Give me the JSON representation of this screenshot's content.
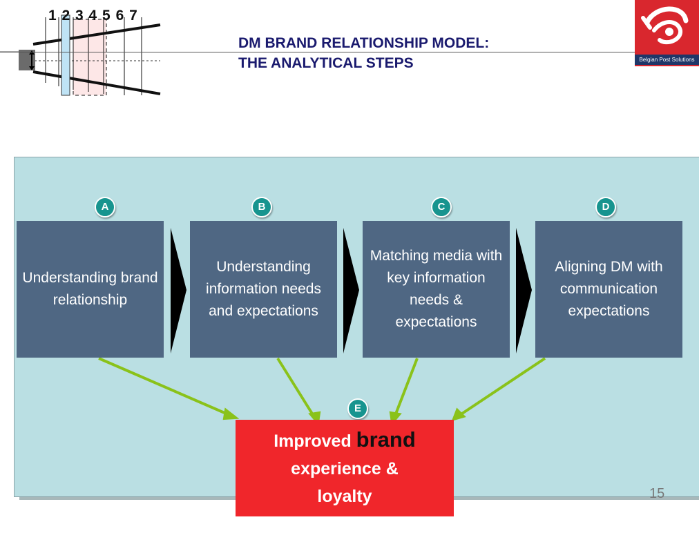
{
  "header": {
    "title_line1": "DM BRAND RELATIONSHIP MODEL:",
    "title_line2": "THE  ANALYTICAL STEPS",
    "logo_text": "Belgian Post Solutions"
  },
  "mini_diagram": {
    "numbers": "1 2 3  4  5  6  7"
  },
  "steps": [
    {
      "badge": "A",
      "label": "Understanding brand relationship"
    },
    {
      "badge": "B",
      "label": "Understanding information needs and expectations"
    },
    {
      "badge": "C",
      "label": "Matching media with key information needs & expectations"
    },
    {
      "badge": "D",
      "label": "Aligning DM with communication expectations"
    }
  ],
  "result": {
    "badge": "E",
    "line1_pre": "Improved ",
    "line1_emph": "brand",
    "line2": "experience &",
    "line3": "loyalty"
  },
  "footer": {
    "page_number": "15"
  },
  "colors": {
    "step_box": "#4f6783",
    "result_box": "#f0262b",
    "background_panel": "#badfe3",
    "badge": "#17948f",
    "arrow_green": "#8ac21a",
    "logo_red": "#d9272e"
  }
}
